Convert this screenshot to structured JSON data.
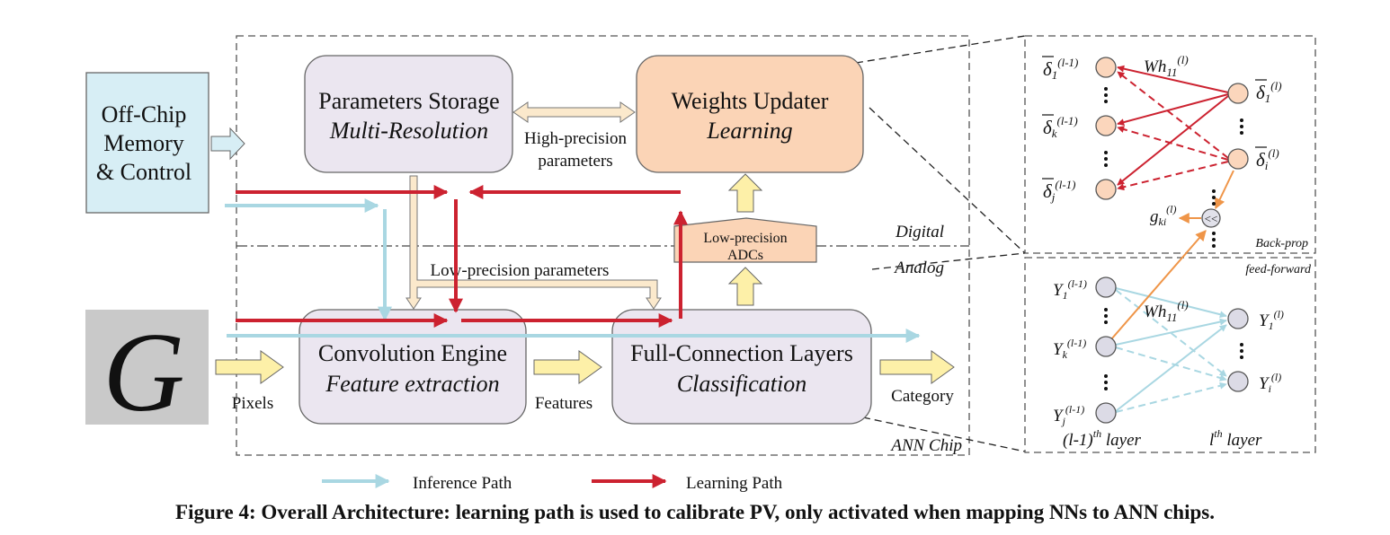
{
  "blocks": {
    "memory": [
      "Off-Chip",
      "Memory",
      "& Control"
    ],
    "params": {
      "line1": "Parameters Storage",
      "line2": "Multi-Resolution"
    },
    "weights": {
      "line1": "Weights Updater",
      "line2": "Learning"
    },
    "conv": {
      "line1": "Convolution Engine",
      "line2": "Feature extraction"
    },
    "fc": {
      "line1": "Full-Connection Layers",
      "line2": "Classification"
    },
    "adc": {
      "line1": "Low-precision",
      "line2": "ADCs"
    }
  },
  "input_glyph": "G",
  "labels": {
    "high_precision": [
      "High-precision",
      "parameters"
    ],
    "low_precision_params": "Low-precision parameters",
    "pixels": "Pixels",
    "features": "Features",
    "category": "Category",
    "digital": "Digital",
    "analog": "Analog",
    "ann_chip": "ANN Chip"
  },
  "backprop": {
    "title": "Back-prop",
    "weight": {
      "base": "Wh",
      "sub": "11",
      "sup": "(l)"
    },
    "left_nodes": [
      {
        "base": "δ",
        "sub": "1",
        "sup": "(l-1)"
      },
      {
        "base": "δ",
        "sub": "k",
        "sup": "(l-1)"
      },
      {
        "base": "δ",
        "sub": "j",
        "sup": "(l-1)"
      }
    ],
    "right_nodes": [
      {
        "base": "δ",
        "sub": "1",
        "sup": "(l)"
      },
      {
        "base": "δ",
        "sub": "i",
        "sup": "(l)"
      }
    ],
    "gradient": {
      "base": "g",
      "sub": "ki",
      "sup": "(l)"
    },
    "shift_op": "<<"
  },
  "feedforward": {
    "title": "feed-forward",
    "weight": {
      "base": "Wh",
      "sub": "11",
      "sup": "(l)"
    },
    "left_nodes": [
      {
        "base": "Y",
        "sub": "1",
        "sup": "(l-1)"
      },
      {
        "base": "Y",
        "sub": "k",
        "sup": "(l-1)"
      },
      {
        "base": "Y",
        "sub": "j",
        "sup": "(l-1)"
      }
    ],
    "right_nodes": [
      {
        "base": "Y",
        "sub": "1",
        "sup": "(l)"
      },
      {
        "base": "Y",
        "sub": "i",
        "sup": "(l)"
      }
    ],
    "layer_left": {
      "base": "(l-1)",
      "sup": "th",
      "rest": " layer"
    },
    "layer_right": {
      "base": "l",
      "sup": "th",
      "rest": " layer"
    }
  },
  "legend": {
    "inference": "Inference Path",
    "learning": "Learning Path"
  },
  "caption": "Figure 4: Overall Architecture: learning path is used to calibrate PV, only activated when mapping NNs to ANN chips.",
  "colors": {
    "inference": "#a9d7e2",
    "learning": "#cc2230",
    "block_fill": "#ebe6f0",
    "weights_fill": "#fbd4b6",
    "memory_fill": "#d7eef5",
    "hollow_arrow": "#fbe9cc",
    "yellow_arrow": "#fdf0a8",
    "orange": "#ef9548",
    "node_back": "#fbd6bc",
    "node_ff": "#dcdbe6"
  }
}
